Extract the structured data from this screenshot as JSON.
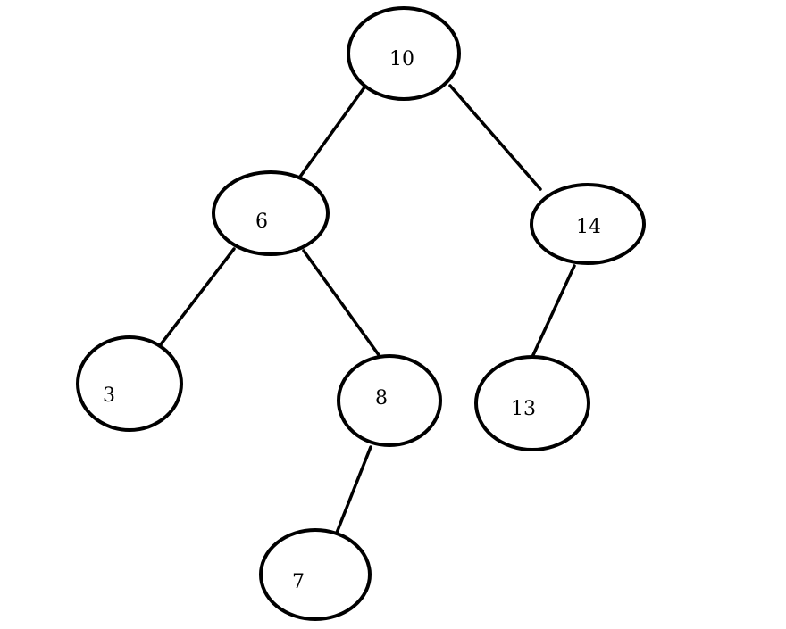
{
  "tree": {
    "nodes": [
      {
        "id": "n10",
        "label": "10"
      },
      {
        "id": "n6",
        "label": "6"
      },
      {
        "id": "n14",
        "label": "14"
      },
      {
        "id": "n3",
        "label": "3"
      },
      {
        "id": "n8",
        "label": "8"
      },
      {
        "id": "n13",
        "label": "13"
      },
      {
        "id": "n7",
        "label": "7"
      }
    ],
    "edges": [
      {
        "from": "n10",
        "to": "n6"
      },
      {
        "from": "n10",
        "to": "n14"
      },
      {
        "from": "n6",
        "to": "n3"
      },
      {
        "from": "n6",
        "to": "n8"
      },
      {
        "from": "n14",
        "to": "n13"
      },
      {
        "from": "n8",
        "to": "n7"
      }
    ]
  }
}
